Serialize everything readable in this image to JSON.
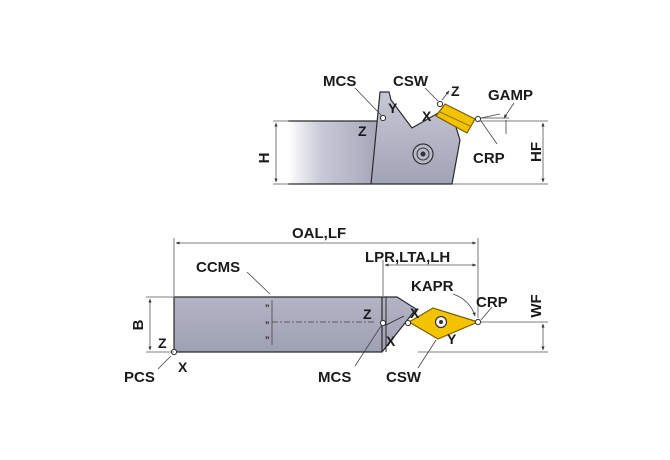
{
  "colors": {
    "body_fill": "#a9abbd",
    "body_fill_light": "#d6d7e2",
    "insert_fill": "#f3c300",
    "insert_outline": "#8a6c00",
    "line": "#2a2a2a"
  },
  "top_view": {
    "labels": {
      "mcs": "MCS",
      "csw": "CSW",
      "gamp": "GAMP",
      "crp": "CRP",
      "h": "H",
      "hf": "HF"
    },
    "axes": {
      "y": "Y",
      "z": "Z",
      "x": "X",
      "z_top": "Z"
    }
  },
  "side_view": {
    "labels": {
      "oal_lf": "OAL,LF",
      "lpr_lta_lh": "LPR,LTA,LH",
      "ccms": "CCMS",
      "kapr": "KAPR",
      "crp": "CRP",
      "wf": "WF",
      "b": "B",
      "pcs": "PCS",
      "mcs": "MCS",
      "csw": "CSW"
    },
    "axes": {
      "pcs_z": "Z",
      "pcs_x": "X",
      "mcs_z": "Z",
      "mcs_x": "X",
      "csw_x": "X",
      "csw_y": "Y"
    },
    "break_marks": [
      "”",
      "”",
      "”"
    ]
  }
}
